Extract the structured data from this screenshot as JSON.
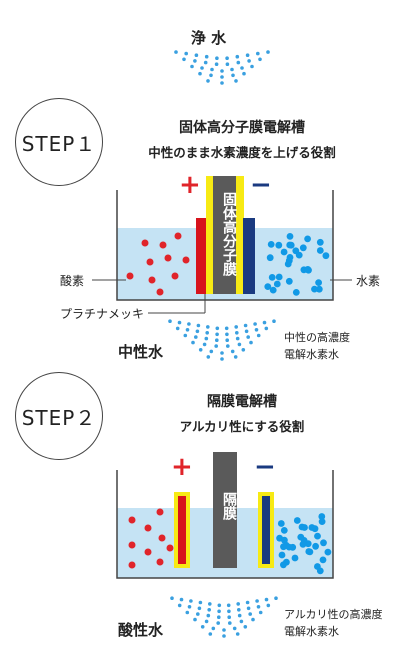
{
  "top": {
    "label": "浄 水"
  },
  "step1": {
    "circle": "STEP１",
    "title": "固体高分子膜電解槽",
    "subtitle": "中性のまま水素濃度を上げる役割",
    "membrane_text": "固体高分子膜",
    "left_label": "酸素",
    "right_label": "水素",
    "electrode_label": "プラチナメッキ",
    "output_left": "中性水",
    "output_right_line1": "中性の高濃度",
    "output_right_line2": "電解水素水",
    "plus": "+",
    "minus": "−"
  },
  "step2": {
    "circle": "STEP２",
    "title": "隔膜電解槽",
    "subtitle": "アルカリ性にする役割",
    "membrane_text": "隔膜",
    "output_left": "酸性水",
    "output_right_line1": "アルカリ性の高濃度",
    "output_right_line2": "電解水素水",
    "plus": "+",
    "minus": "−"
  },
  "colors": {
    "water_blue": "#3399dd",
    "oxygen_red": "#e0242a",
    "hydrogen_blue": "#1199e6",
    "bath_fill": "#c5e3f4",
    "electrode_yellow": "#f7ea14",
    "membrane_gray": "#5a5a5a",
    "anode_red": "#d7131c",
    "cathode_navy": "#1a3a80"
  }
}
